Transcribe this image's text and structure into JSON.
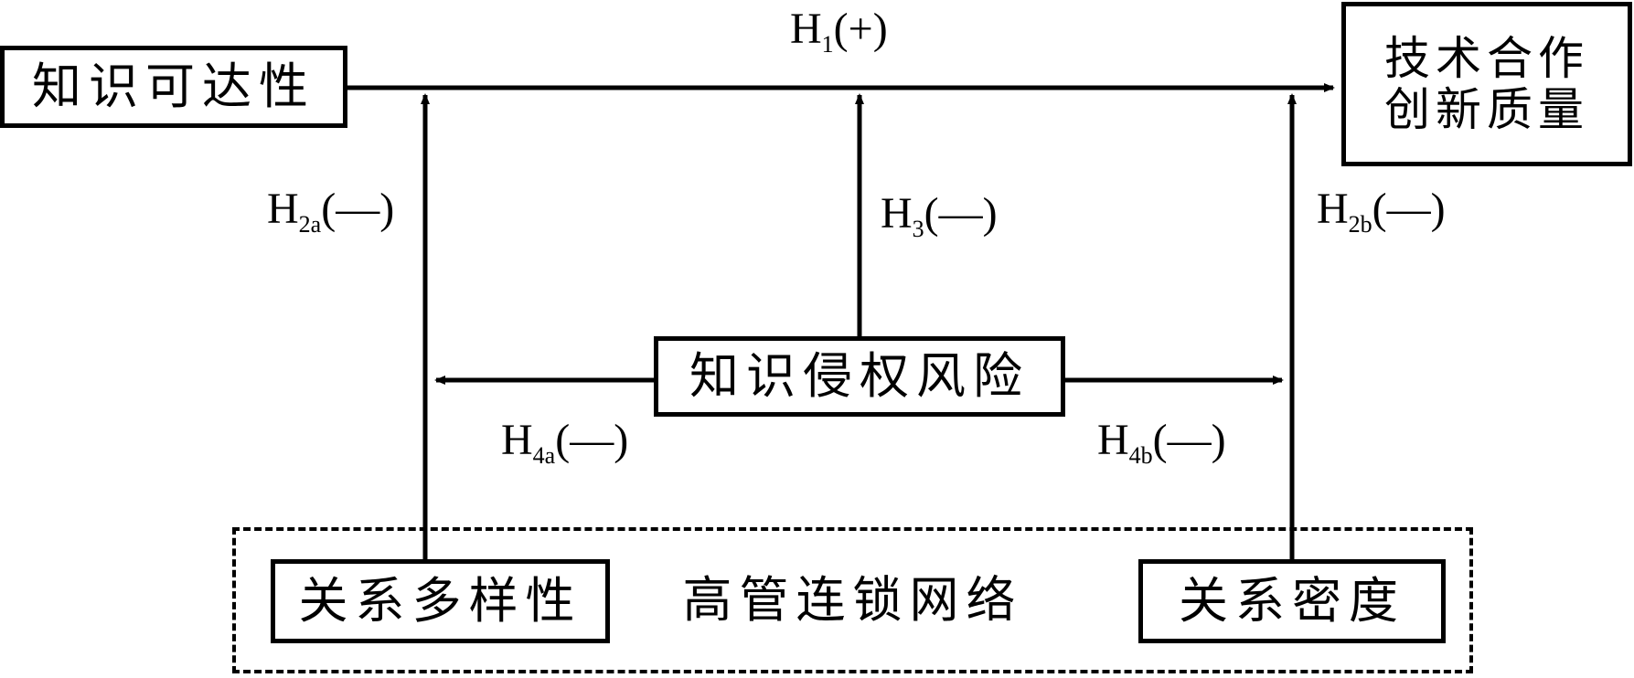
{
  "nodes": {
    "knowledge_accessibility": "知识可达性",
    "innovation_quality_line1": "技术合作",
    "innovation_quality_line2": "创新质量",
    "infringement_risk": "知识侵权风险",
    "relationship_diversity": "关系多样性",
    "relationship_density": "关系密度",
    "interlock_network": "高管连锁网络"
  },
  "hypotheses": {
    "h1": {
      "base": "H",
      "sub": "1",
      "sign": "(+)"
    },
    "h2a": {
      "base": "H",
      "sub": "2a",
      "sign": "(—)"
    },
    "h2b": {
      "base": "H",
      "sub": "2b",
      "sign": "(—)"
    },
    "h3": {
      "base": "H",
      "sub": "3",
      "sign": "(—)"
    },
    "h4a": {
      "base": "H",
      "sub": "4a",
      "sign": "(—)"
    },
    "h4b": {
      "base": "H",
      "sub": "4b",
      "sign": "(—)"
    }
  },
  "colors": {
    "stroke": "#000000",
    "background": "#ffffff"
  }
}
